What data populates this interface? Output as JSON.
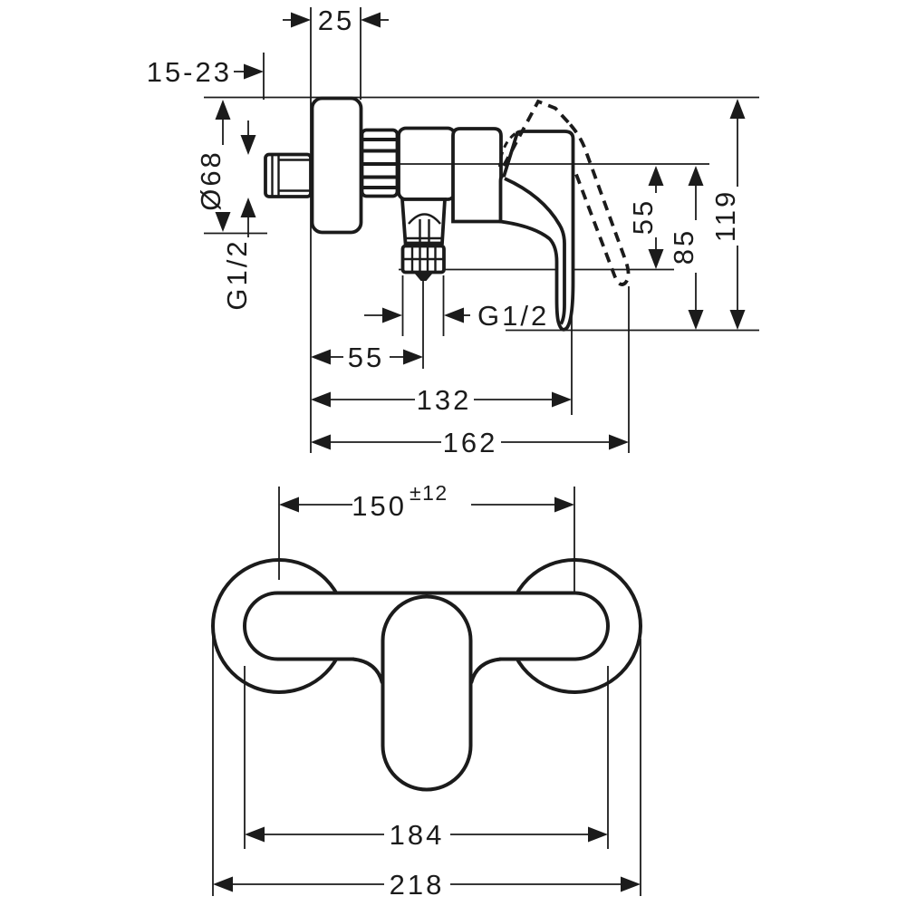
{
  "drawing": {
    "kind": "installation dimension drawing",
    "colors": {
      "line": "#1b1b1b",
      "background": "#ffffff"
    },
    "side_view": {
      "dims": {
        "escutcheon_depth": "25",
        "wall_adjust_range": "15-23",
        "escutcheon_diameter": "Ø68",
        "inlet_thread": "G1/2",
        "lever_rise_height": "55",
        "outlet_height": "85",
        "overall_height": "119",
        "outlet_thread": "G1/2",
        "outlet_offset": "55",
        "projection_body": "132",
        "projection_max": "162"
      }
    },
    "front_view": {
      "dims": {
        "connection_distance": "150",
        "connection_tolerance": "±12",
        "body_width": "184",
        "overall_width": "218"
      }
    }
  }
}
